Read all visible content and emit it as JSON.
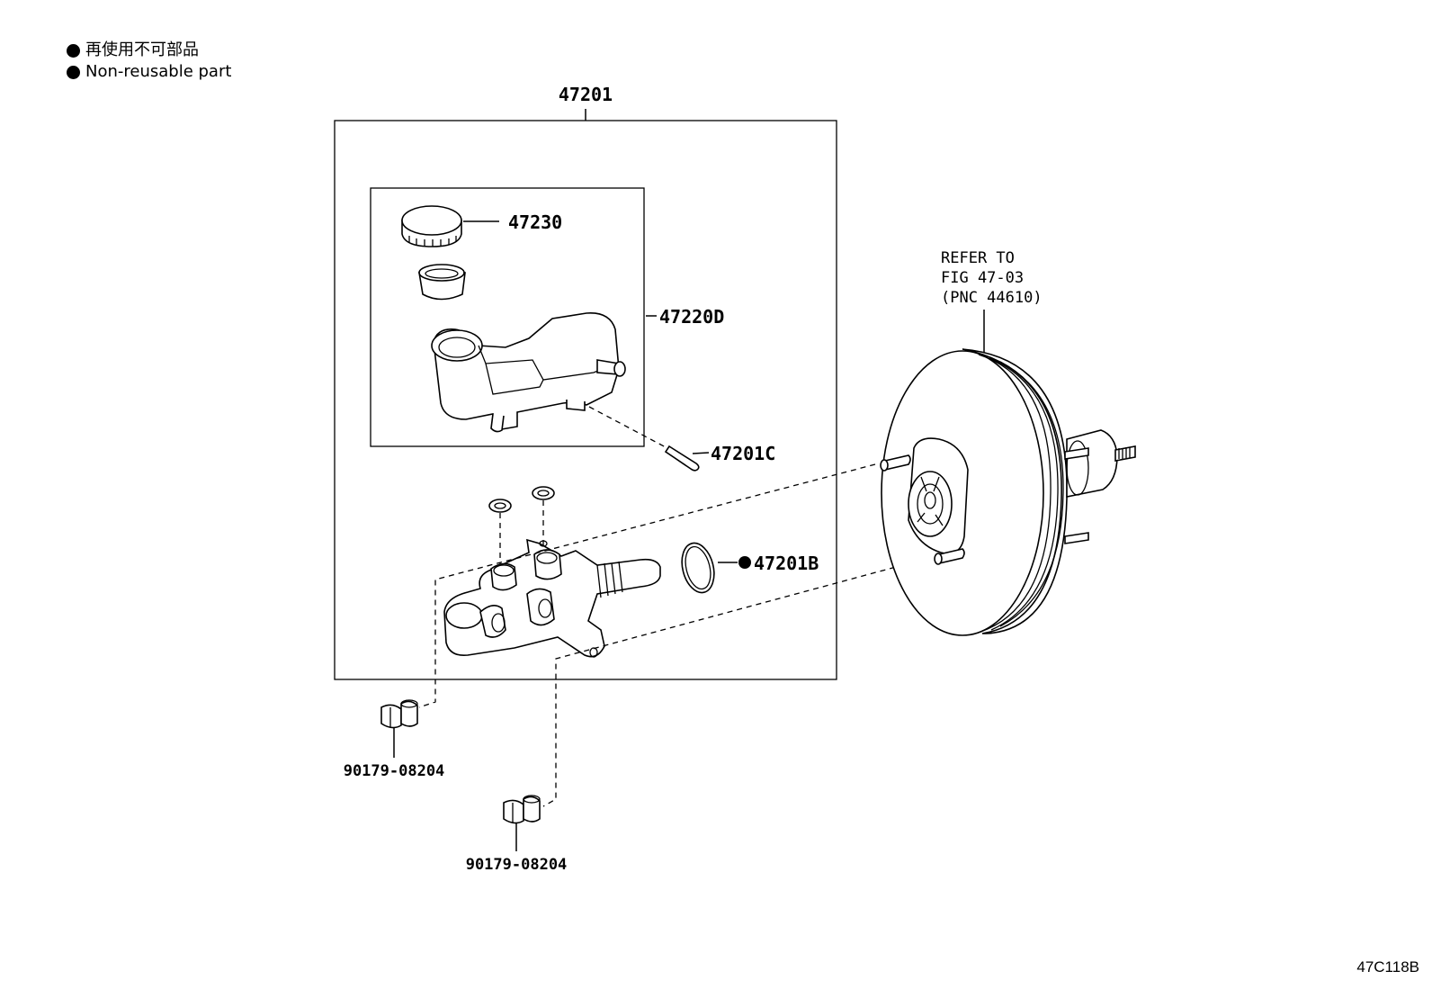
{
  "legend": {
    "line_jp": "再使用不可部品",
    "line_en": "Non-reusable part",
    "marker_icon": "filled-circle-icon"
  },
  "parts": {
    "assembly": "47201",
    "cap": "47230",
    "reservoir": "47220D",
    "pin": "47201C",
    "o_ring": "47201B",
    "nut_1": "90179-08204",
    "nut_2": "90179-08204"
  },
  "reference": {
    "line1": "REFER TO",
    "line2": "FIG 47-03",
    "line3": "(PNC 44610)"
  },
  "figure_code": "47C118B"
}
